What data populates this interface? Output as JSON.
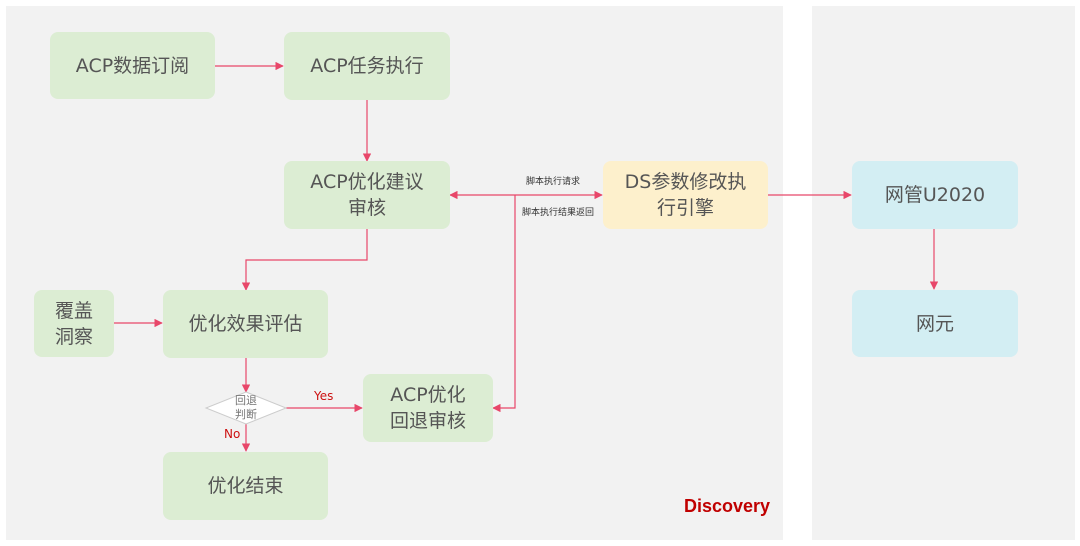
{
  "nodes": {
    "subscribe": "ACP数据订阅",
    "task": "ACP任务执行",
    "review": "ACP优化建议\n审核",
    "coverage": "覆盖\n洞察",
    "evaluate": "优化效果评估",
    "rollback_judge": "回退\n判断",
    "rollback_review": "ACP优化\n回退审核",
    "end": "优化结束",
    "engine": "DS参数修改执\n行引擎",
    "nms": "网管U2020",
    "ne": "网元"
  },
  "edges": {
    "script_request": "脚本执行请求",
    "script_result": "脚本执行结果返回",
    "yes": "Yes",
    "no": "No"
  },
  "brand": "Discovery",
  "colors": {
    "green": "#dcedd3",
    "yellow": "#fdf0cc",
    "blue": "#d3eef3",
    "arrow": "#e8476a",
    "brand": "#c00000"
  }
}
